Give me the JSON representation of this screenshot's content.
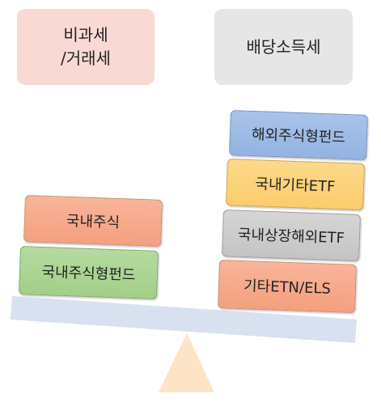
{
  "headers": {
    "left": "비과세\n/거래세",
    "right": "배당소득세"
  },
  "left_stack": {
    "domestic_stock": "국내주식",
    "domestic_stock_fund": "국내주식형펀드"
  },
  "right_stack": {
    "overseas_stock_fund": "해외주식형펀드",
    "domestic_other_etf": "국내기타ETF",
    "domestic_listed_overseas_etf": "국내상장해외ETF",
    "other_etn_els": "기타ETN/ELS"
  },
  "colors": {
    "header_left_bg": "#f9d9d4",
    "header_right_bg": "#e6e6e6",
    "beam": "#d7e1ef",
    "fulcrum": "#fde4c6"
  }
}
